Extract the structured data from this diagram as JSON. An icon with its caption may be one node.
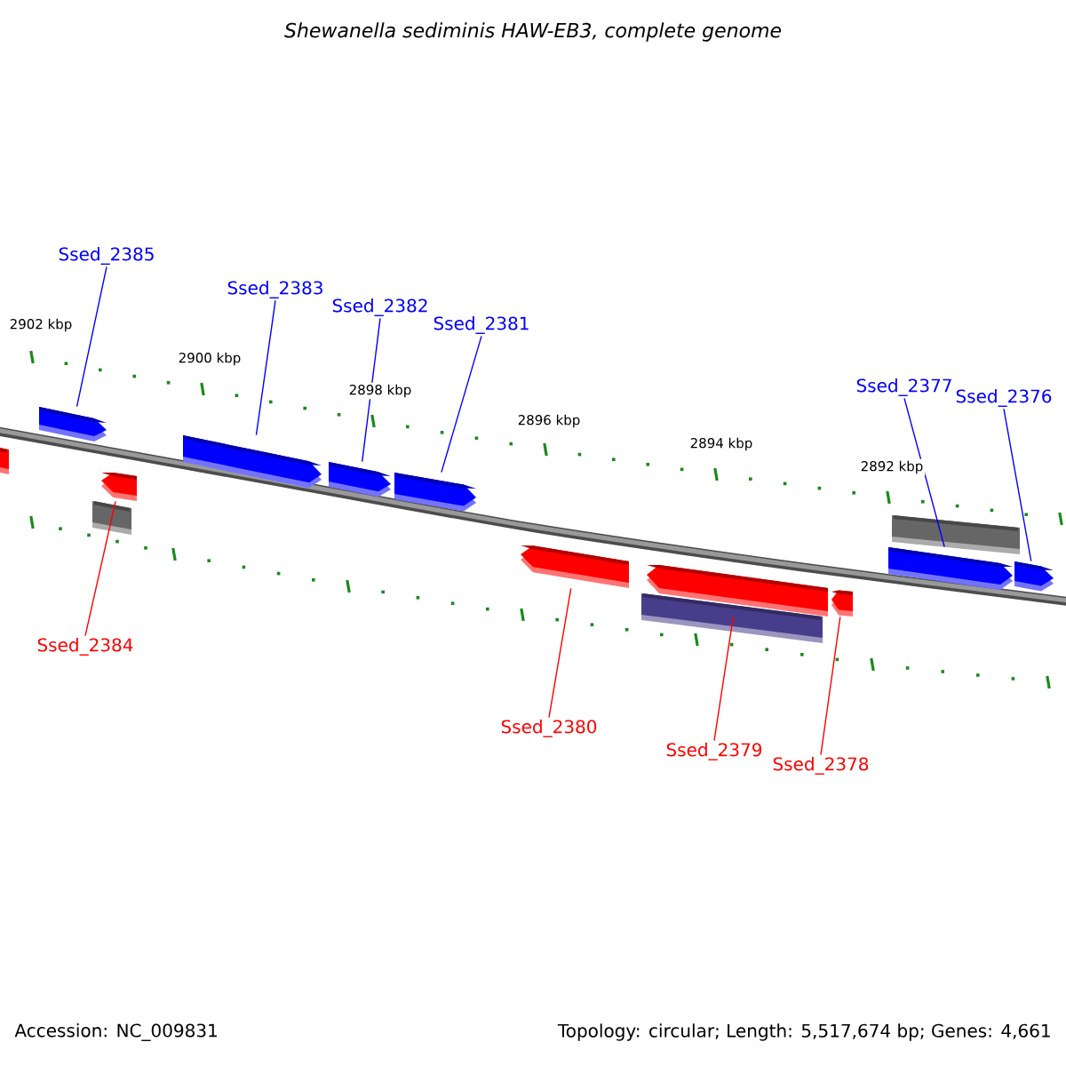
{
  "diagram": {
    "title": "Shewanella sediminis HAW-EB3, complete genome",
    "nodes": [
      {
        "text": [
          "Ssed_2385"
        ]
      },
      {
        "text": [
          "Ssed_2383"
        ]
      },
      {
        "text": [
          "Ssed_2382"
        ]
      },
      {
        "text": [
          "Ssed_2381"
        ]
      },
      {
        "text": [
          "Ssed_2377"
        ]
      },
      {
        "text": [
          "Ssed_2376"
        ]
      },
      {
        "text": [
          "Ssed_2384"
        ]
      },
      {
        "text": [
          "Ssed_2380"
        ]
      },
      {
        "text": [
          "Ssed_2379"
        ]
      },
      {
        "text": [
          "Ssed_2378"
        ]
      },
      {
        "text": [],
        "shape": "bar"
      },
      {
        "text": [],
        "shape": "bar"
      },
      {
        "text": [],
        "shape": "bar"
      },
      {
        "text": [],
        "shape": "bar"
      },
      {
        "text": [],
        "shape": "bar"
      },
      {
        "text": [],
        "shape": "bar"
      },
      {
        "text": [],
        "shape": "bar"
      },
      {
        "text": [],
        "shape": "bar"
      },
      {
        "text": [],
        "shape": "bar"
      },
      {
        "text": [],
        "shape": "bar"
      }
    ],
    "edges": [
      {
        "from": 0,
        "to": 10,
        "arrow": "none"
      },
      {
        "from": 1,
        "to": 11,
        "arrow": "none"
      },
      {
        "from": 2,
        "to": 12,
        "arrow": "none"
      },
      {
        "from": 3,
        "to": 13,
        "arrow": "none"
      },
      {
        "from": 4,
        "to": 14,
        "arrow": "none"
      },
      {
        "from": 5,
        "to": 15,
        "arrow": "none"
      },
      {
        "from": 6,
        "to": 16,
        "arrow": "none",
        "color": "#ff0000"
      },
      {
        "from": 7,
        "to": 17,
        "arrow": "none",
        "color": "#ff0000"
      },
      {
        "from": 8,
        "to": 18,
        "arrow": "none",
        "color": "#ff0000"
      },
      {
        "from": 9,
        "to": 19,
        "arrow": "none",
        "color": "#ff0000"
      }
    ],
    "labels": [
      "2902 kbp",
      "2900 kbp",
      "2898 kbp",
      "2896 kbp",
      "2894 kbp",
      "2892 kbp",
      "Accession: NC_009831",
      "Topology: circular; Length: 5,517,674 bp; Genes: 4,661"
    ]
  }
}
